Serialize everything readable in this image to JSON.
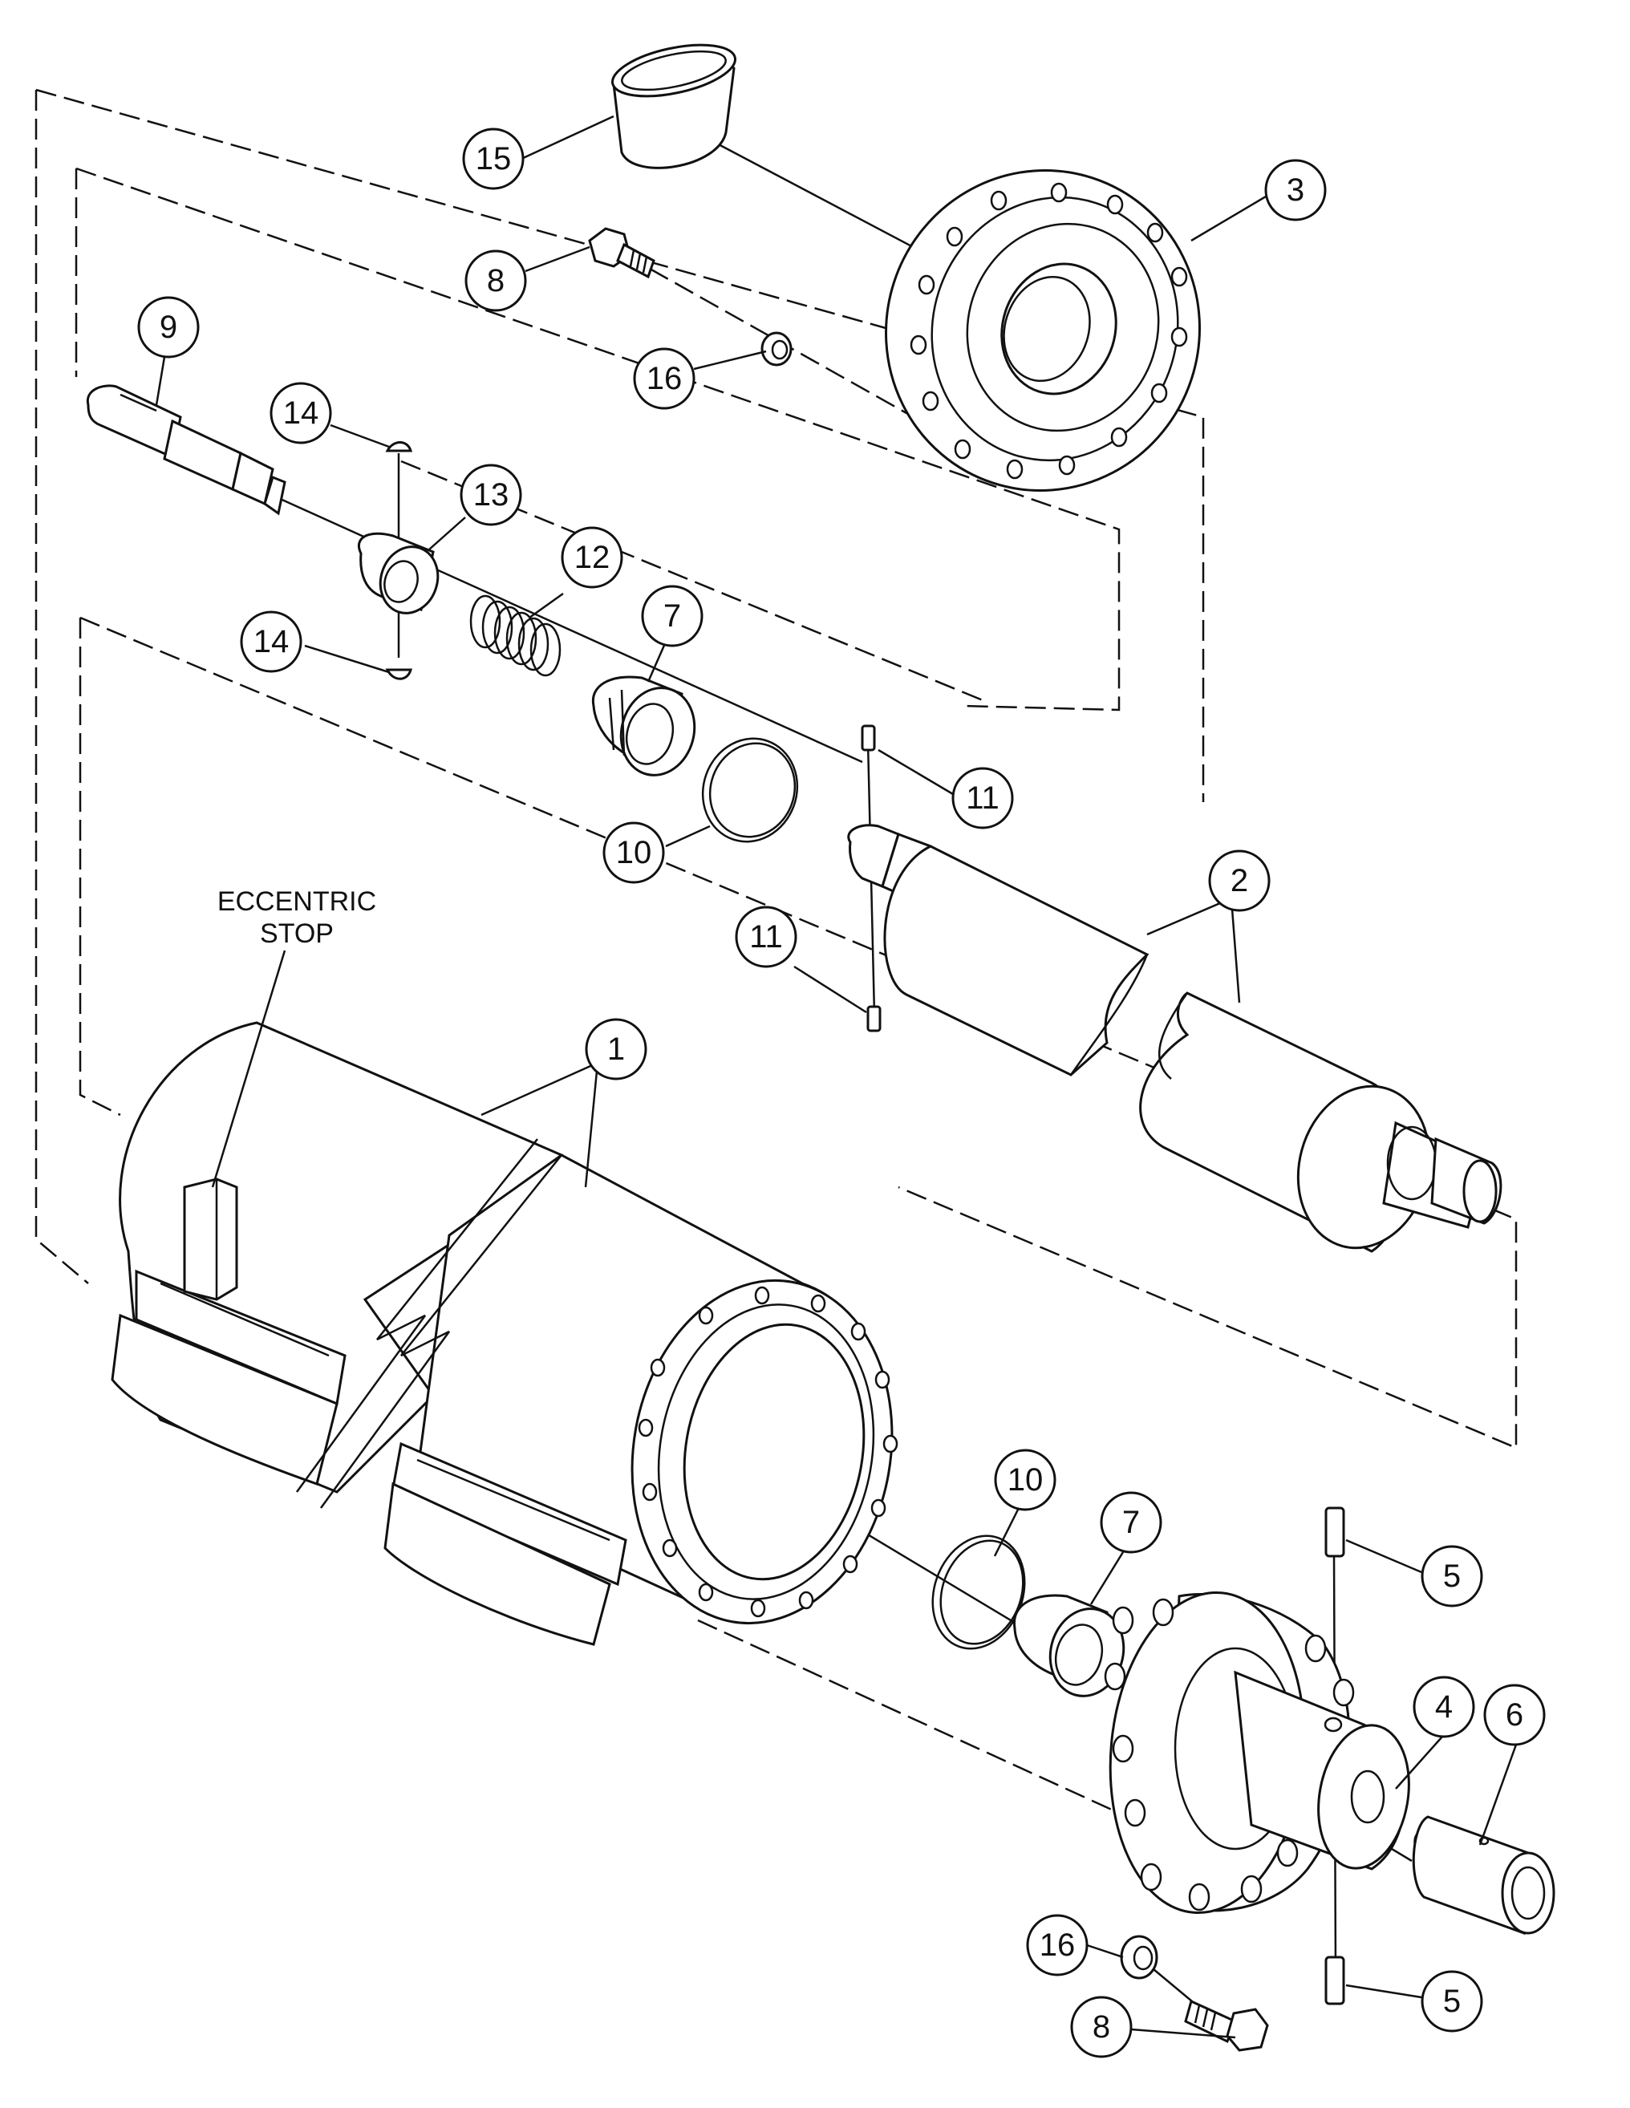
{
  "figure": {
    "label_lines": [
      "ECCENTRIC",
      "STOP"
    ],
    "callouts": [
      {
        "id": "c1",
        "number": "1"
      },
      {
        "id": "c2",
        "number": "2"
      },
      {
        "id": "c3",
        "number": "3"
      },
      {
        "id": "c4",
        "number": "4"
      },
      {
        "id": "c5a",
        "number": "5"
      },
      {
        "id": "c5b",
        "number": "5"
      },
      {
        "id": "c6",
        "number": "6"
      },
      {
        "id": "c7a",
        "number": "7"
      },
      {
        "id": "c7b",
        "number": "7"
      },
      {
        "id": "c8a",
        "number": "8"
      },
      {
        "id": "c8b",
        "number": "8"
      },
      {
        "id": "c9",
        "number": "9"
      },
      {
        "id": "c10a",
        "number": "10"
      },
      {
        "id": "c10b",
        "number": "10"
      },
      {
        "id": "c11a",
        "number": "11"
      },
      {
        "id": "c11b",
        "number": "11"
      },
      {
        "id": "c12",
        "number": "12"
      },
      {
        "id": "c13",
        "number": "13"
      },
      {
        "id": "c14a",
        "number": "14"
      },
      {
        "id": "c14b",
        "number": "14"
      },
      {
        "id": "c15",
        "number": "15"
      },
      {
        "id": "c16a",
        "number": "16"
      },
      {
        "id": "c16b",
        "number": "16"
      }
    ]
  }
}
